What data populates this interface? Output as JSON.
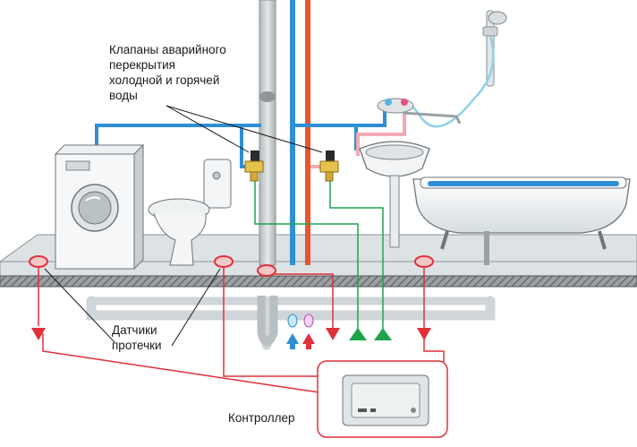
{
  "labels": {
    "valves": [
      "Клапаны аварийного",
      "перекрытия",
      "холодной и горячей",
      "воды"
    ],
    "sensors": [
      "Датчики",
      "протечки"
    ],
    "controller": "Контроллер"
  },
  "colors": {
    "cold_water": "#2f8fd6",
    "hot_water": "#e8542e",
    "sensor_wire": "#e0303a",
    "valve_wire": "#1fa34a",
    "drain_pipe": "#cdd3d6",
    "floor_slab": "#d9dee0",
    "shower_hose": "#8fd0ea"
  },
  "icons": {
    "sensor": "leak-sensor-icon",
    "valve": "valve-icon",
    "controller": "controller-unit-icon"
  }
}
